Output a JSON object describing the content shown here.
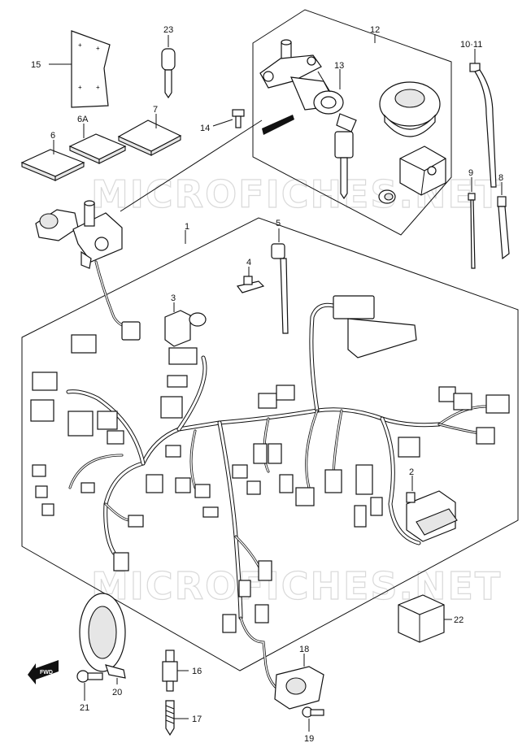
{
  "watermark": {
    "text": "MICROFICHES.NET"
  },
  "fwd": {
    "label": "FWD"
  },
  "callouts": [
    {
      "id": "1",
      "label": "1"
    },
    {
      "id": "2",
      "label": "2"
    },
    {
      "id": "3",
      "label": "3"
    },
    {
      "id": "4",
      "label": "4"
    },
    {
      "id": "5",
      "label": "5"
    },
    {
      "id": "6",
      "label": "6"
    },
    {
      "id": "6A",
      "label": "6A"
    },
    {
      "id": "7",
      "label": "7"
    },
    {
      "id": "8",
      "label": "8"
    },
    {
      "id": "9",
      "label": "9"
    },
    {
      "id": "10-11",
      "label": "10·11"
    },
    {
      "id": "12",
      "label": "12"
    },
    {
      "id": "13",
      "label": "13"
    },
    {
      "id": "14",
      "label": "14"
    },
    {
      "id": "15",
      "label": "15"
    },
    {
      "id": "16",
      "label": "16"
    },
    {
      "id": "17",
      "label": "17"
    },
    {
      "id": "18",
      "label": "18"
    },
    {
      "id": "19",
      "label": "19"
    },
    {
      "id": "20",
      "label": "20"
    },
    {
      "id": "21",
      "label": "21"
    },
    {
      "id": "22",
      "label": "22"
    },
    {
      "id": "23",
      "label": "23"
    }
  ]
}
